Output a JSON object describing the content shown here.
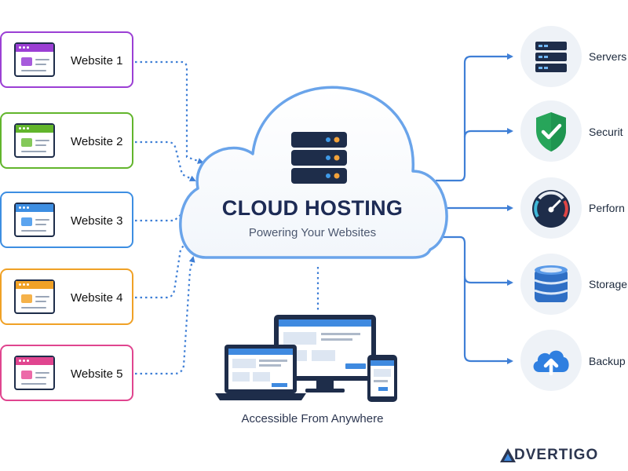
{
  "colors": {
    "arrow": "#3f7fd6",
    "cloud_stroke": "#6aa4ea",
    "navy": "#1e2d4a",
    "service_circle": "#eef2f7"
  },
  "websites": [
    {
      "label": "Website 1",
      "color": "#9b3fd4",
      "accent": "#a75bdc"
    },
    {
      "label": "Website 2",
      "color": "#62b52c",
      "accent": "#84c95a"
    },
    {
      "label": "Website 3",
      "color": "#3d8ee2",
      "accent": "#5ba4ef"
    },
    {
      "label": "Website 4",
      "color": "#f0a126",
      "accent": "#f5b24a"
    },
    {
      "label": "Website 5",
      "color": "#e0458f",
      "accent": "#ec6aa8"
    }
  ],
  "cloud": {
    "title": "CLOUD HOSTING",
    "subtitle": "Powering Your Websites"
  },
  "services": [
    {
      "label": "Servers",
      "icon": "server-icon"
    },
    {
      "label": "Securit",
      "icon": "shield-check-icon"
    },
    {
      "label": "Perforn",
      "icon": "speedometer-icon"
    },
    {
      "label": "Storage",
      "icon": "database-icon"
    },
    {
      "label": "Backup",
      "icon": "cloud-upload-icon"
    }
  ],
  "devices": {
    "caption": "Accessible From Anywhere"
  },
  "brand": {
    "text": "DVERTIGO",
    "logo_icon": "triangle-a-icon"
  }
}
